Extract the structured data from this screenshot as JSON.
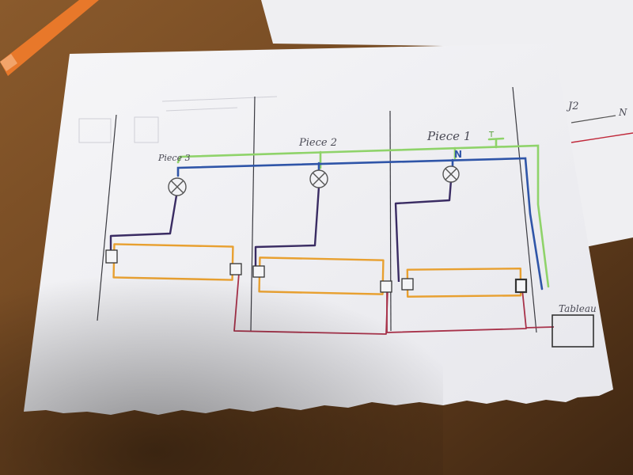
{
  "labels": {
    "room3": "Piece 3",
    "room2": "Piece 2",
    "room1": "Piece 1",
    "neutral": "N",
    "earth": "T",
    "panel": "Tableau",
    "side_note_code": "J2",
    "side_note_neutral": "N"
  },
  "colors": {
    "earth_wire": "#8fd36a",
    "neutral_wire": "#2f55a8",
    "phase_wire": "#a8324a",
    "lamp_return_wire": "#3a2c63",
    "traveler_wire": "#e8a030",
    "paper": "#f4f4f6",
    "desk": "#6b4420"
  },
  "icons": [
    "lamp-icon",
    "switch-icon",
    "pen-icon",
    "panel-box-icon"
  ]
}
